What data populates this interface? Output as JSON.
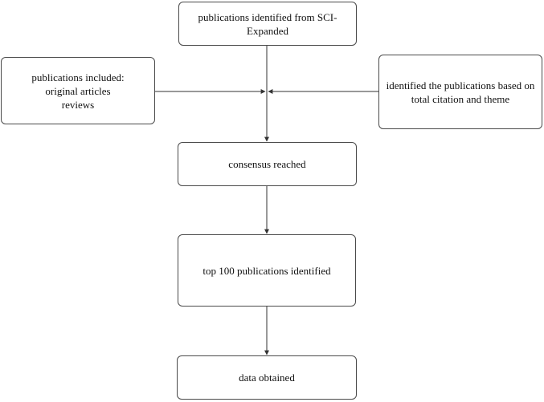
{
  "flowchart": {
    "source_box": {
      "text": "publications identified from SCI-\nExpanded"
    },
    "included_box": {
      "text": "publications included:\noriginal articles\n        reviews"
    },
    "identify_box": {
      "text": "identified the publications  based on\ntotal citation and theme"
    },
    "consensus_box": {
      "text": "consensus reached"
    },
    "top100_box": {
      "text": "top 100 publications   identified"
    },
    "data_box": {
      "text": "data obtained"
    }
  },
  "colors": {
    "box_border": "#4a4a4a",
    "connector": "#333333"
  }
}
